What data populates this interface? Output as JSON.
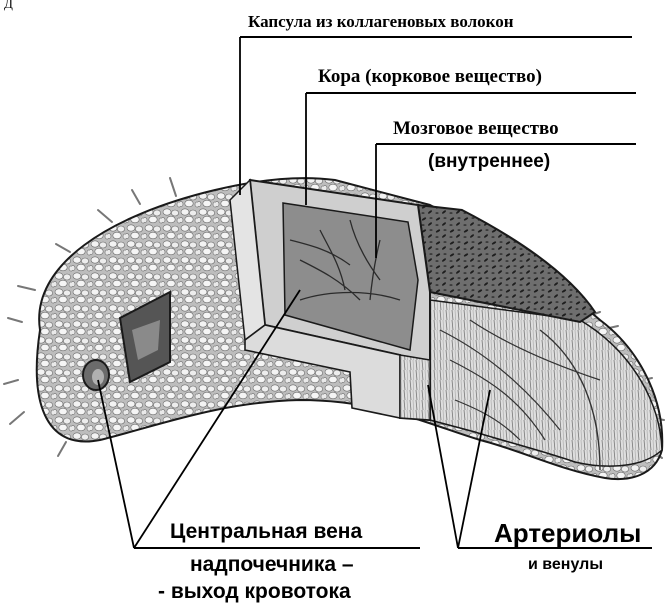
{
  "corner_mark": "Д",
  "labels": {
    "capsule": "Капсула из коллагеновых  волокон",
    "cortex": "Кора (корковое вещество)",
    "medulla_1": "Мозговое вещество",
    "medulla_2": "(внутреннее)",
    "vein_1": "Центральная вена",
    "vein_2": "надпочечника –",
    "vein_3": "-  выход кровотока",
    "arteriole_1": "Артериолы",
    "arteriole_2": "и венулы"
  },
  "colors": {
    "background": "#ffffff",
    "outline": "#1a1a1a",
    "tissue": "#c9c9c9",
    "cells": "#f2f2f2",
    "medulla": "#5a5a5a",
    "leader_lines": "#000000"
  }
}
